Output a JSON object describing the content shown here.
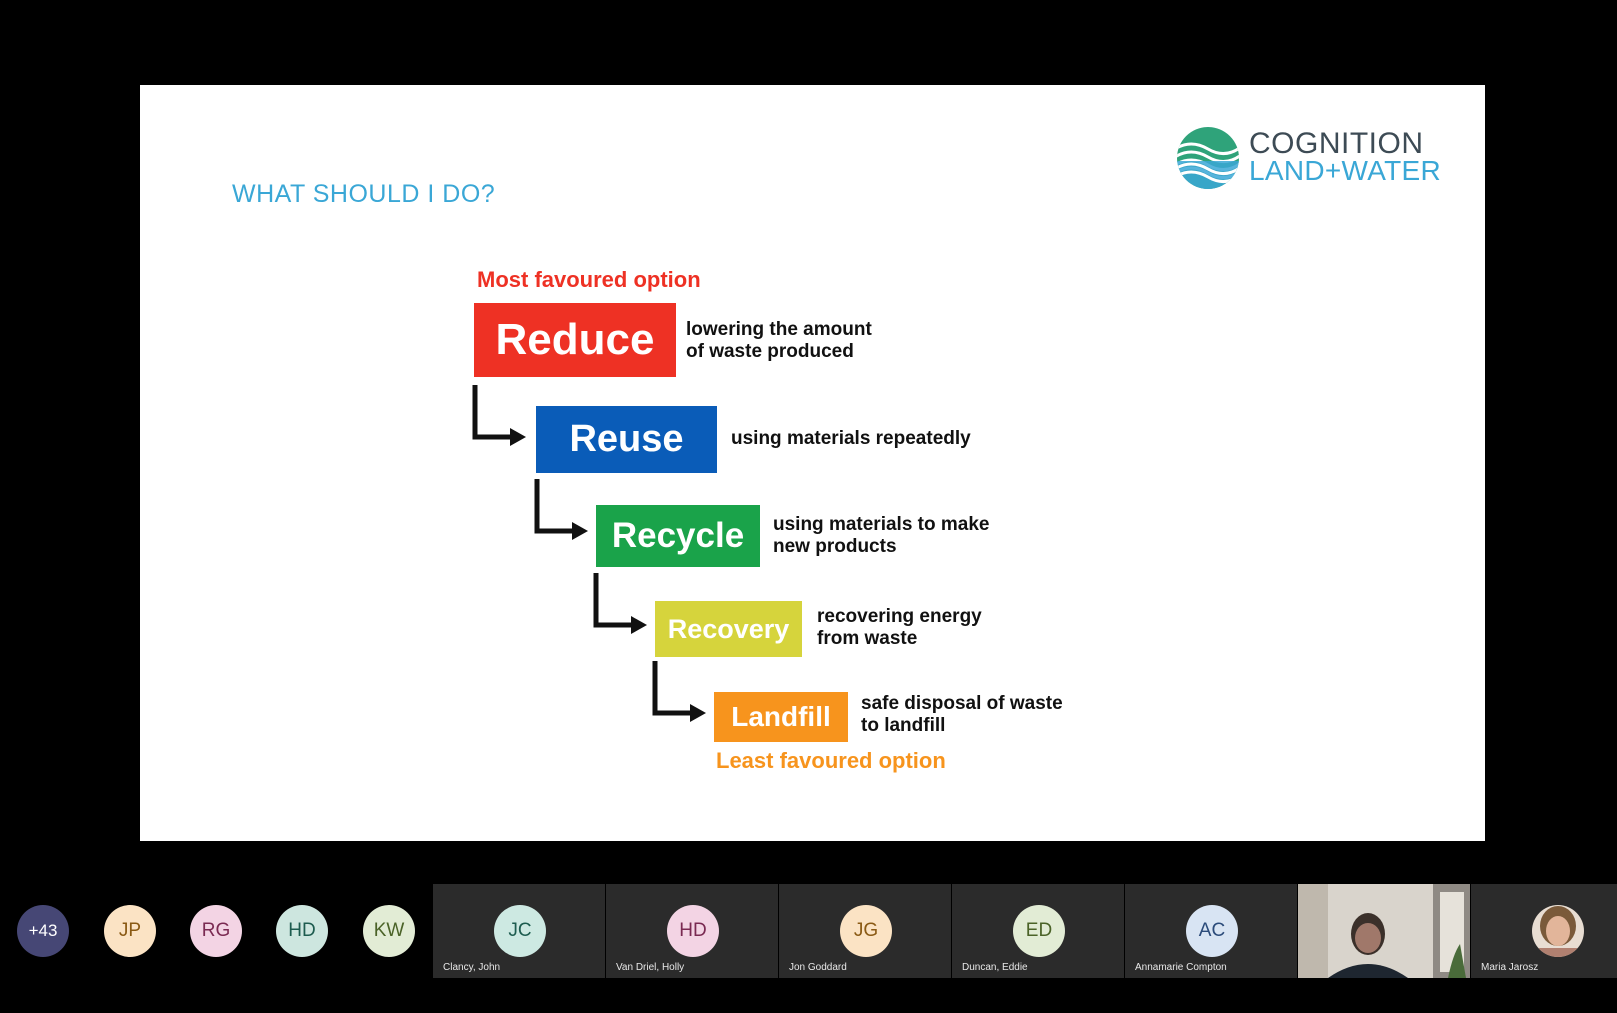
{
  "slide": {
    "title": "WHAT SHOULD I DO?",
    "logo": {
      "line1": "COGNITION",
      "line2": "LAND+WATER"
    },
    "most_favoured": "Most favoured option",
    "least_favoured": "Least favoured option",
    "tiers": [
      {
        "label": "Reduce",
        "description": "lowering the amount\nof waste produced",
        "color": "#ee3124"
      },
      {
        "label": "Reuse",
        "description": "using materials repeatedly",
        "color": "#0a5cb8"
      },
      {
        "label": "Recycle",
        "description": "using materials to make\nnew products",
        "color": "#1aa34a"
      },
      {
        "label": "Recovery",
        "description": "recovering energy\nfrom waste",
        "color": "#d6d43c"
      },
      {
        "label": "Landfill",
        "description": "safe disposal of waste\nto landfill",
        "color": "#f7941d"
      }
    ],
    "colors": {
      "title": "#3aa7d6",
      "most": "#ee3124",
      "least": "#f7941d"
    }
  },
  "participants": {
    "overflow": "+43",
    "avatars": [
      {
        "initials": "JP",
        "bg": "#fbe3c4",
        "fg": "#8a5a14"
      },
      {
        "initials": "RG",
        "bg": "#f3d4e4",
        "fg": "#7a2a52"
      },
      {
        "initials": "HD",
        "bg": "#cde6df",
        "fg": "#1d5c4f"
      },
      {
        "initials": "KW",
        "bg": "#e2ecd5",
        "fg": "#4b6328"
      }
    ],
    "tiles": [
      {
        "initials": "JC",
        "name": "Clancy, John",
        "bg": "#cde9e2",
        "fg": "#1d5c4f"
      },
      {
        "initials": "HD",
        "name": "Van Driel, Holly",
        "bg": "#f3d4e4",
        "fg": "#7a2a52"
      },
      {
        "initials": "JG",
        "name": "Jon Goddard",
        "bg": "#fbe3c4",
        "fg": "#8a5a14"
      },
      {
        "initials": "ED",
        "name": "Duncan, Eddie",
        "bg": "#e2ecd5",
        "fg": "#4b6328"
      },
      {
        "initials": "AC",
        "name": "Annamarie Compton",
        "bg": "#d8e4f3",
        "fg": "#2b4b7a"
      }
    ],
    "video_tile": {
      "name": ""
    },
    "last_tile": {
      "name": "Maria Jarosz"
    }
  }
}
